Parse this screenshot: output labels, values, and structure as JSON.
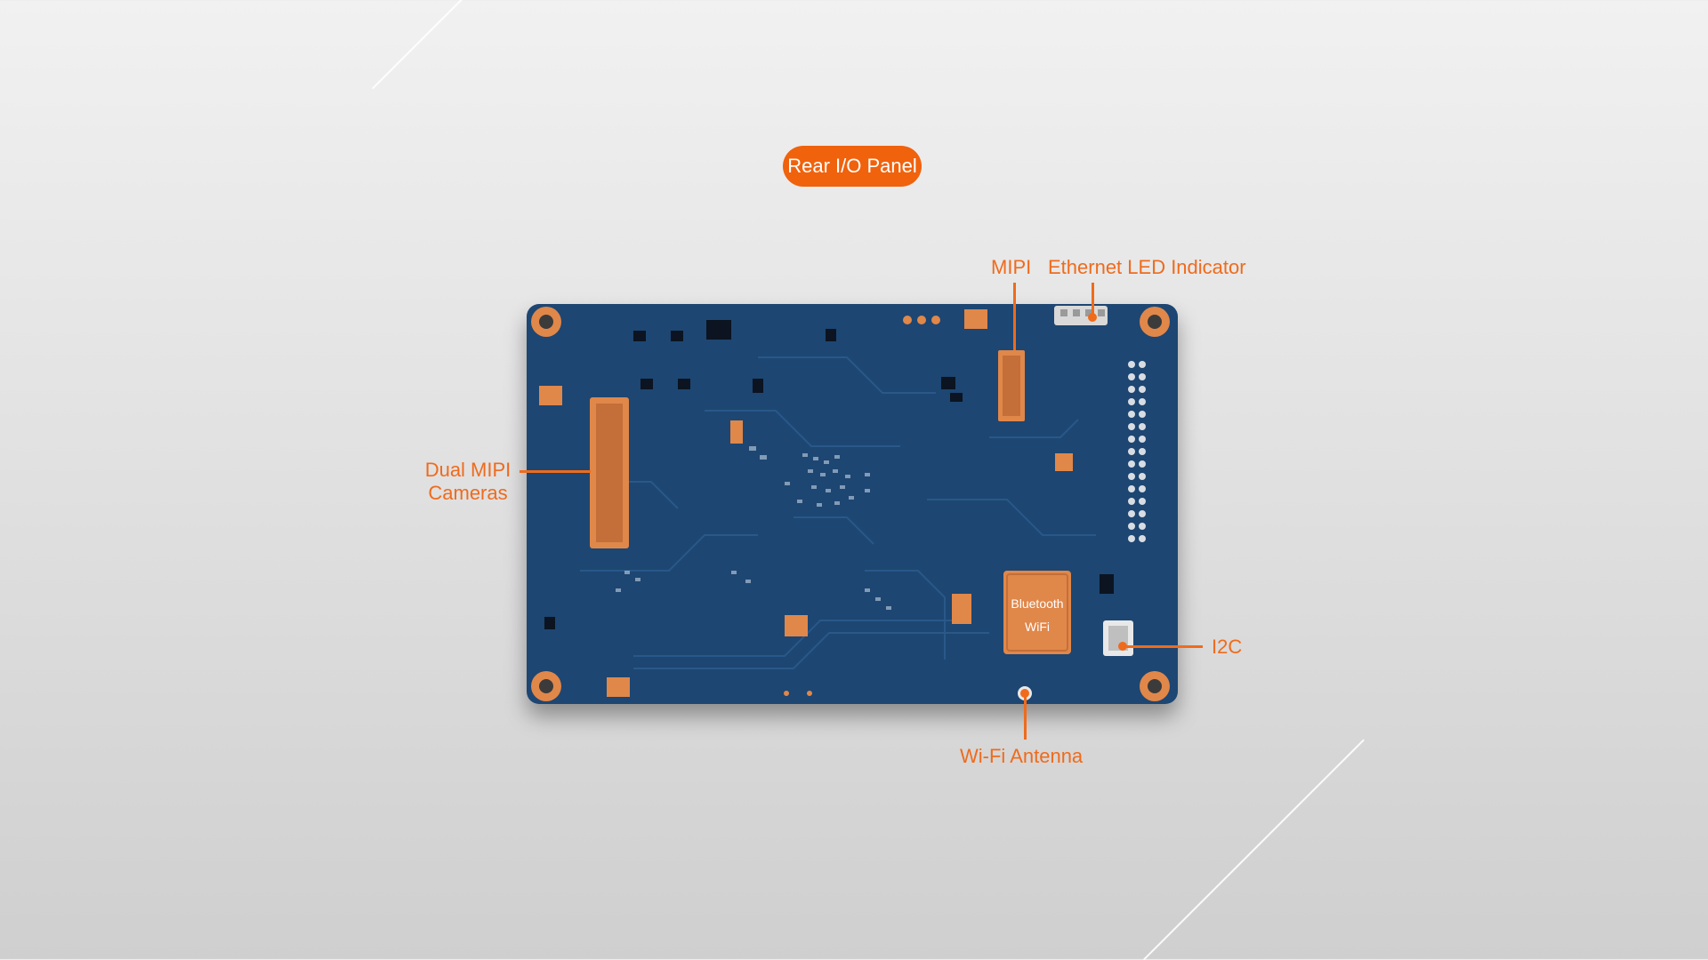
{
  "title_badge": "Rear I/O Panel",
  "callouts": {
    "mipi": "MIPI",
    "ethernet_led": "Ethernet LED Indicator",
    "dual_mipi_line1": "Dual MIPI",
    "dual_mipi_line2": "Cameras",
    "i2c": "I2C",
    "wifi_antenna": "Wi-Fi Antenna"
  },
  "module_label": {
    "line1": "Bluetooth",
    "line2": "WiFi"
  },
  "colors": {
    "accent": "#ef6b1c",
    "badge": "#f0620c",
    "board": "#1d4672",
    "copper": "#e0874a"
  }
}
